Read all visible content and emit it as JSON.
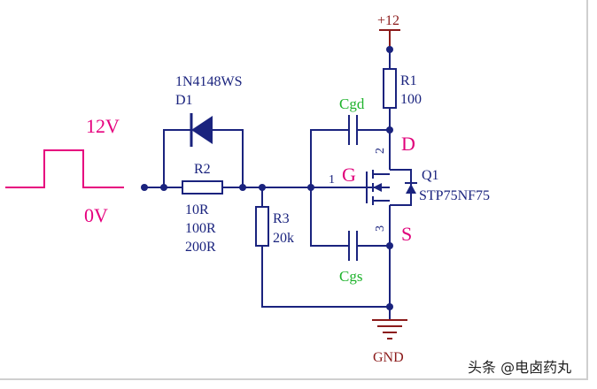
{
  "colors": {
    "wire": "#1a237e",
    "component": "#1a237e",
    "signal": "#e6007e",
    "power": "#8b1a1a",
    "capacitor_label": "#1fb32c",
    "node_label": "#e0007a",
    "text": "#1a237e"
  },
  "signal": {
    "high_label": "12V",
    "low_label": "0V"
  },
  "diode": {
    "designator": "D1",
    "part": "1N4148WS"
  },
  "r2": {
    "designator": "R2",
    "values": [
      "10R",
      "100R",
      "200R"
    ]
  },
  "r3": {
    "designator": "R3",
    "value": "20k"
  },
  "r1": {
    "designator": "R1",
    "value": "100"
  },
  "power": {
    "label": "+12"
  },
  "ground": {
    "label": "GND"
  },
  "cgd": {
    "label": "Cgd"
  },
  "cgs": {
    "label": "Cgs"
  },
  "mosfet": {
    "designator": "Q1",
    "part": "STP75NF75",
    "gate_label": "G",
    "drain_label": "D",
    "source_label": "S",
    "pin_gate": "1",
    "pin_drain": "2",
    "pin_source": "3"
  },
  "watermark": "头条 @电卤药丸"
}
